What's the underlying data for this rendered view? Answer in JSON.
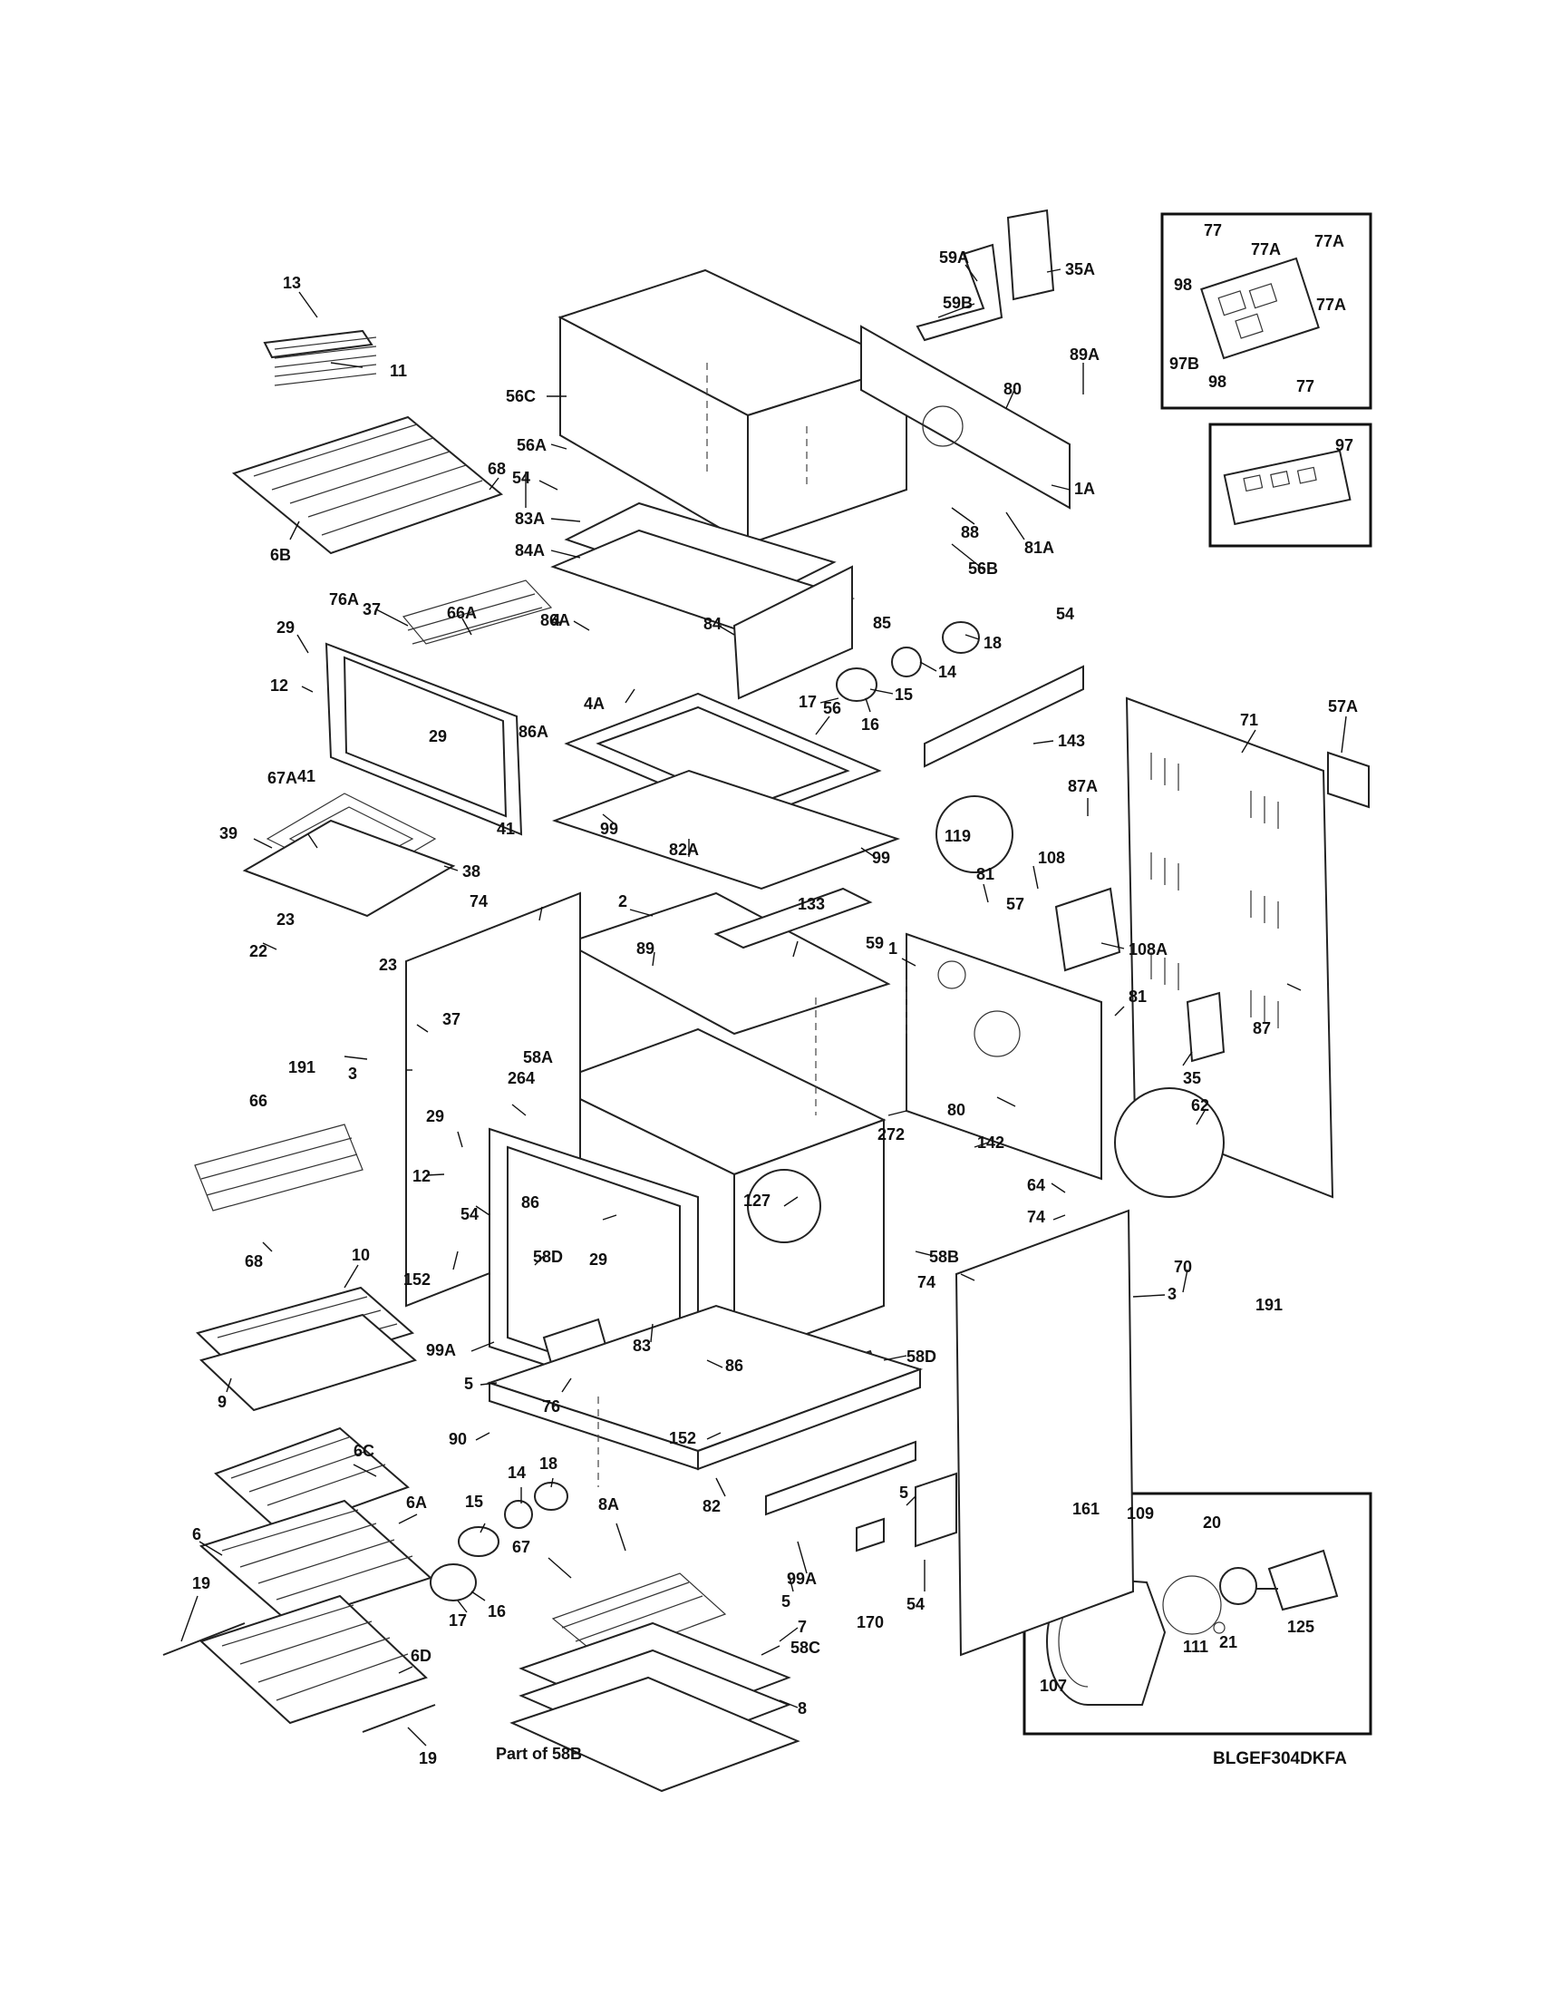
{
  "model_number": "BLGEF304DKFA",
  "callouts": [
    {
      "id": "13",
      "text": "13"
    },
    {
      "id": "11",
      "text": "11"
    },
    {
      "id": "6B",
      "text": "6B"
    },
    {
      "id": "56C",
      "text": "56C"
    },
    {
      "id": "56A",
      "text": "56A"
    },
    {
      "id": "54a",
      "text": "54"
    },
    {
      "id": "83A",
      "text": "83A"
    },
    {
      "id": "84A",
      "text": "84A"
    },
    {
      "id": "59A",
      "text": "59A"
    },
    {
      "id": "59B",
      "text": "59B"
    },
    {
      "id": "35A",
      "text": "35A"
    },
    {
      "id": "80a",
      "text": "80"
    },
    {
      "id": "89A",
      "text": "89A"
    },
    {
      "id": "1A",
      "text": "1A"
    },
    {
      "id": "88",
      "text": "88"
    },
    {
      "id": "81A",
      "text": "81A"
    },
    {
      "id": "56B",
      "text": "56B"
    },
    {
      "id": "37a",
      "text": "37"
    },
    {
      "id": "66A",
      "text": "66A"
    },
    {
      "id": "68a",
      "text": "68"
    },
    {
      "id": "76A",
      "text": "76A"
    },
    {
      "id": "29a",
      "text": "29"
    },
    {
      "id": "12a",
      "text": "12"
    },
    {
      "id": "86Aa",
      "text": "86A"
    },
    {
      "id": "4",
      "text": "4"
    },
    {
      "id": "84",
      "text": "84"
    },
    {
      "id": "85",
      "text": "85"
    },
    {
      "id": "18a",
      "text": "18"
    },
    {
      "id": "14a",
      "text": "14"
    },
    {
      "id": "15a",
      "text": "15"
    },
    {
      "id": "16a",
      "text": "16"
    },
    {
      "id": "17a",
      "text": "17"
    },
    {
      "id": "4A",
      "text": "4A"
    },
    {
      "id": "54b",
      "text": "54"
    },
    {
      "id": "56",
      "text": "56"
    },
    {
      "id": "41a",
      "text": "41"
    },
    {
      "id": "29b",
      "text": "29"
    },
    {
      "id": "86Ab",
      "text": "86A"
    },
    {
      "id": "41b",
      "text": "41"
    },
    {
      "id": "67A",
      "text": "67A"
    },
    {
      "id": "39",
      "text": "39"
    },
    {
      "id": "38",
      "text": "38"
    },
    {
      "id": "99a",
      "text": "99"
    },
    {
      "id": "82A",
      "text": "82A"
    },
    {
      "id": "99b",
      "text": "99"
    },
    {
      "id": "143",
      "text": "143"
    },
    {
      "id": "87A",
      "text": "87A"
    },
    {
      "id": "71",
      "text": "71"
    },
    {
      "id": "57A",
      "text": "57A"
    },
    {
      "id": "119",
      "text": "119"
    },
    {
      "id": "81a",
      "text": "81"
    },
    {
      "id": "108",
      "text": "108"
    },
    {
      "id": "57",
      "text": "57"
    },
    {
      "id": "108A",
      "text": "108A"
    },
    {
      "id": "87",
      "text": "87"
    },
    {
      "id": "22",
      "text": "22"
    },
    {
      "id": "23a",
      "text": "23"
    },
    {
      "id": "23b",
      "text": "23"
    },
    {
      "id": "74a",
      "text": "74"
    },
    {
      "id": "2",
      "text": "2"
    },
    {
      "id": "133",
      "text": "133"
    },
    {
      "id": "59",
      "text": "59"
    },
    {
      "id": "89",
      "text": "89"
    },
    {
      "id": "1",
      "text": "1"
    },
    {
      "id": "191a",
      "text": "191"
    },
    {
      "id": "3a",
      "text": "3"
    },
    {
      "id": "37b",
      "text": "37"
    },
    {
      "id": "58A",
      "text": "58A"
    },
    {
      "id": "264",
      "text": "264"
    },
    {
      "id": "81b",
      "text": "81"
    },
    {
      "id": "35",
      "text": "35"
    },
    {
      "id": "66",
      "text": "66"
    },
    {
      "id": "29c",
      "text": "29"
    },
    {
      "id": "12b",
      "text": "12"
    },
    {
      "id": "272",
      "text": "272"
    },
    {
      "id": "80b",
      "text": "80"
    },
    {
      "id": "62",
      "text": "62"
    },
    {
      "id": "142",
      "text": "142"
    },
    {
      "id": "54c",
      "text": "54"
    },
    {
      "id": "86a",
      "text": "86"
    },
    {
      "id": "127",
      "text": "127"
    },
    {
      "id": "64",
      "text": "64"
    },
    {
      "id": "74b",
      "text": "74"
    },
    {
      "id": "68b",
      "text": "68"
    },
    {
      "id": "10",
      "text": "10"
    },
    {
      "id": "152a",
      "text": "152"
    },
    {
      "id": "58D",
      "text": "58D"
    },
    {
      "id": "29d",
      "text": "29"
    },
    {
      "id": "58B",
      "text": "58B"
    },
    {
      "id": "74c",
      "text": "74"
    },
    {
      "id": "70",
      "text": "70"
    },
    {
      "id": "191b",
      "text": "191"
    },
    {
      "id": "99A",
      "text": "99A"
    },
    {
      "id": "83",
      "text": "83"
    },
    {
      "id": "58Db",
      "text": "58D"
    },
    {
      "id": "5a",
      "text": "5"
    },
    {
      "id": "76",
      "text": "76"
    },
    {
      "id": "86b",
      "text": "86"
    },
    {
      "id": "9",
      "text": "9"
    },
    {
      "id": "90",
      "text": "90"
    },
    {
      "id": "152b",
      "text": "152"
    },
    {
      "id": "3b",
      "text": "3"
    },
    {
      "id": "6C",
      "text": "6C"
    },
    {
      "id": "6A",
      "text": "6A"
    },
    {
      "id": "14b",
      "text": "14"
    },
    {
      "id": "18b",
      "text": "18"
    },
    {
      "id": "15b",
      "text": "15"
    },
    {
      "id": "82",
      "text": "82"
    },
    {
      "id": "5b",
      "text": "5"
    },
    {
      "id": "6",
      "text": "6"
    },
    {
      "id": "8A",
      "text": "8A"
    },
    {
      "id": "99Ab",
      "text": "99A"
    },
    {
      "id": "54d",
      "text": "54"
    },
    {
      "id": "67",
      "text": "67"
    },
    {
      "id": "16b",
      "text": "16"
    },
    {
      "id": "17b",
      "text": "17"
    },
    {
      "id": "5c",
      "text": "5"
    },
    {
      "id": "170",
      "text": "170"
    },
    {
      "id": "19a",
      "text": "19"
    },
    {
      "id": "6D",
      "text": "6D"
    },
    {
      "id": "7",
      "text": "7"
    },
    {
      "id": "58C",
      "text": "58C"
    },
    {
      "id": "8",
      "text": "8"
    },
    {
      "id": "19b",
      "text": "19"
    },
    {
      "id": "partof",
      "text": "Part of 58B"
    },
    {
      "id": "77a",
      "text": "77"
    },
    {
      "id": "77Aa",
      "text": "77A"
    },
    {
      "id": "77Ab",
      "text": "77A"
    },
    {
      "id": "98a",
      "text": "98"
    },
    {
      "id": "77Ac",
      "text": "77A"
    },
    {
      "id": "97B",
      "text": "97B"
    },
    {
      "id": "98b",
      "text": "98"
    },
    {
      "id": "77b",
      "text": "77"
    },
    {
      "id": "97",
      "text": "97"
    },
    {
      "id": "20",
      "text": "20"
    },
    {
      "id": "109",
      "text": "109"
    },
    {
      "id": "161",
      "text": "161"
    },
    {
      "id": "21",
      "text": "21"
    },
    {
      "id": "125",
      "text": "125"
    },
    {
      "id": "111",
      "text": "111"
    },
    {
      "id": "107",
      "text": "107"
    }
  ]
}
